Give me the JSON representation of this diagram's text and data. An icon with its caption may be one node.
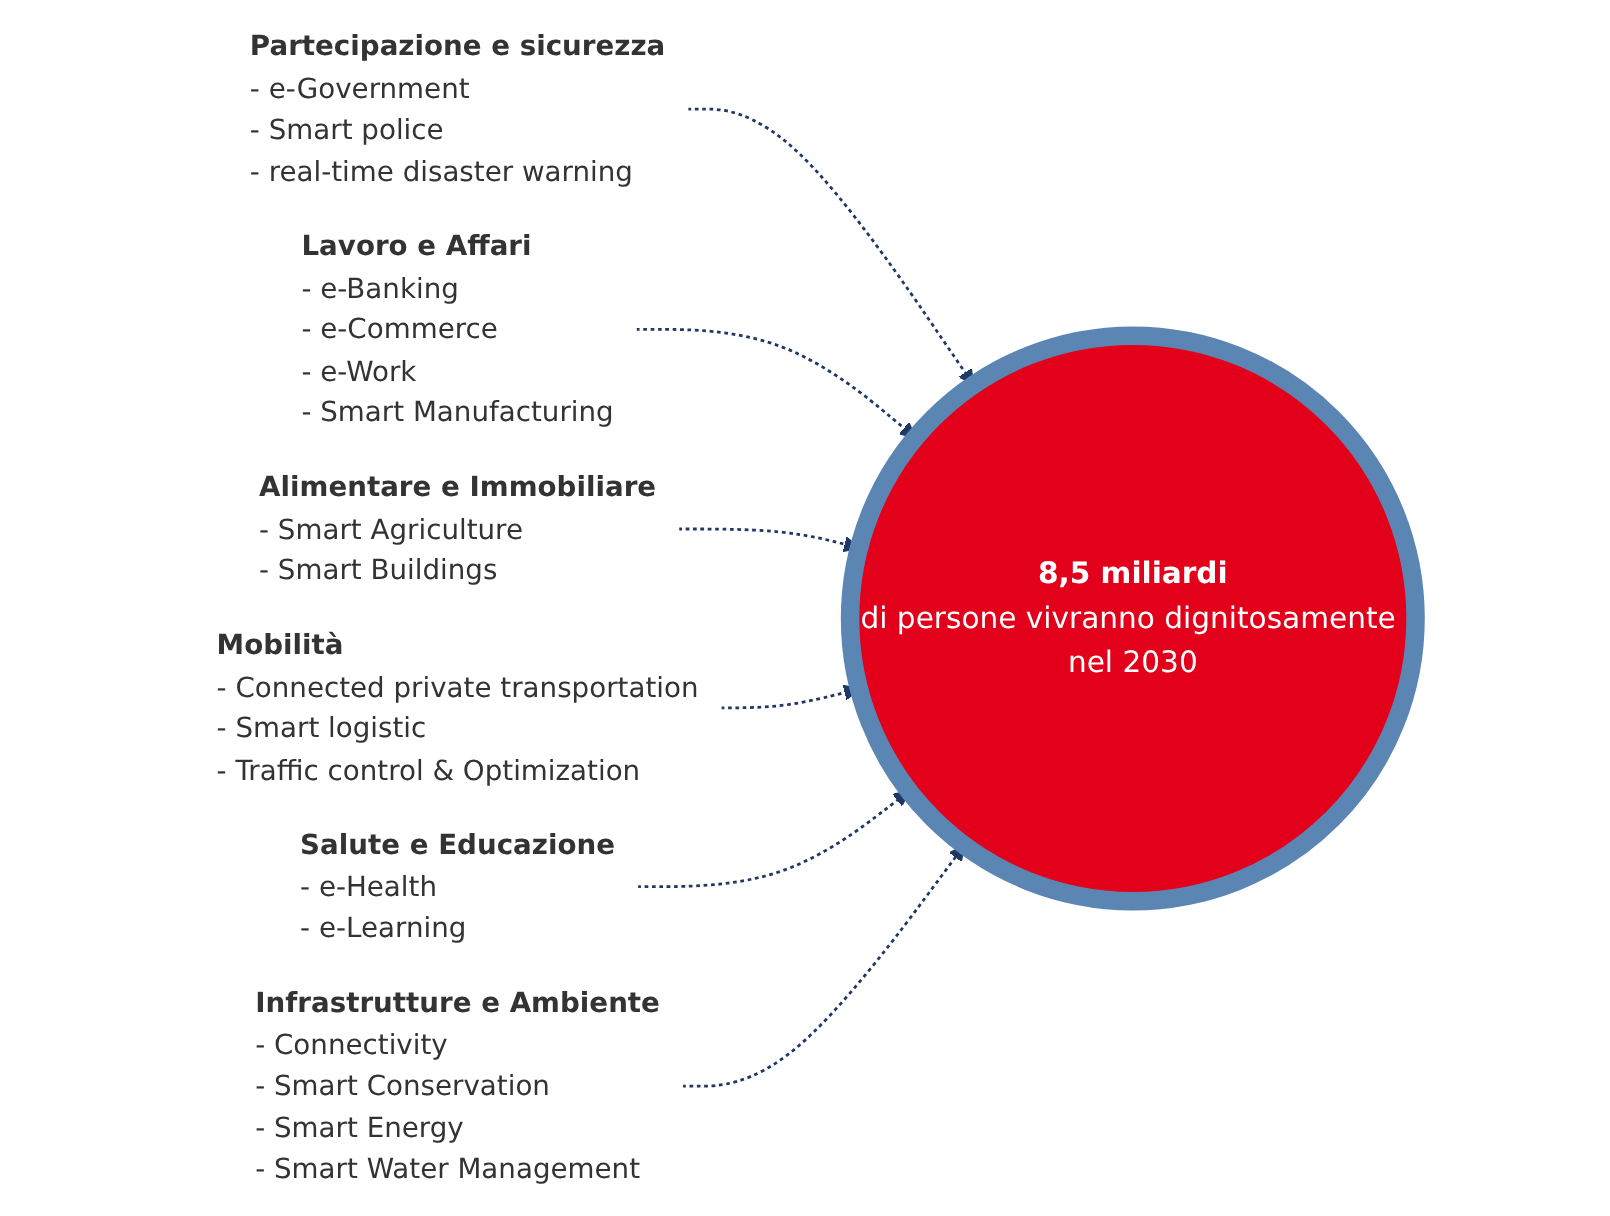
{
  "diagram": {
    "nodes": [
      {
        "text": [
          "Partecipazione e sicurezza",
          "- e-Government",
          "- Smart police",
          "- real-time disaster warning"
        ]
      },
      {
        "text": [
          "Lavoro e Affari",
          "- e-Banking",
          "- e-Commerce",
          "- e-Work",
          "- Smart Manufacturing"
        ]
      },
      {
        "text": [
          "Alimentare e Immobiliare",
          "- Smart Agriculture",
          "- Smart Buildings"
        ]
      },
      {
        "text": [
          "8,5 miliardi",
          "di persone vivranno dignitosamente nel 2030"
        ]
      },
      {
        "text": [
          "Mobilità",
          "- Connected private transportation",
          "- Smart logistic",
          "- Traffic control & Optimization"
        ]
      },
      {
        "text": [
          "Salute e Educazione",
          "- e-Health",
          "- e-Learning"
        ]
      },
      {
        "text": [
          "Infrastrutture e Ambiente",
          "- Connectivity",
          "- Smart Conservation",
          "- Smart Energy",
          "- Smart Water Management"
        ]
      }
    ],
    "edges": [
      {
        "from": 0,
        "to": 3,
        "arrow": "to",
        "style": "dashed"
      },
      {
        "from": 1,
        "to": 3,
        "arrow": "to",
        "style": "dashed"
      },
      {
        "from": 2,
        "to": 3,
        "arrow": "to",
        "style": "dashed"
      },
      {
        "from": 4,
        "to": 3,
        "arrow": "to",
        "style": "dashed"
      },
      {
        "from": 5,
        "to": 3,
        "arrow": "to",
        "style": "dashed"
      },
      {
        "from": 6,
        "to": 3,
        "arrow": "to",
        "style": "dashed"
      }
    ]
  }
}
